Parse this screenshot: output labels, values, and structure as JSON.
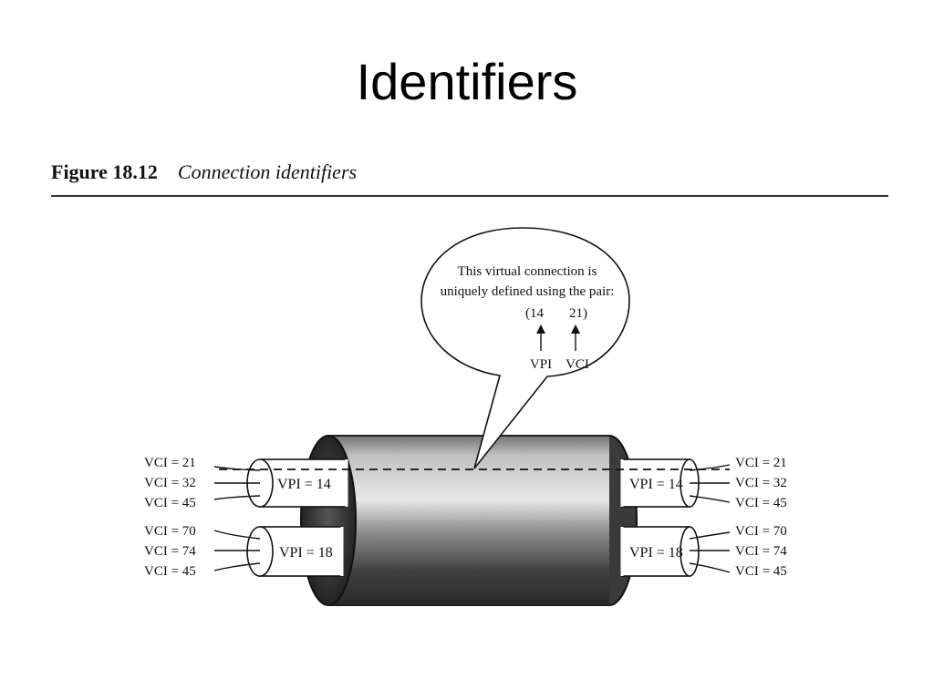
{
  "slide": {
    "title": "Identifiers"
  },
  "figure": {
    "number": "Figure 18.12",
    "caption": "Connection identifiers"
  },
  "callout": {
    "line1": "This virtual connection is",
    "line2": "uniquely defined using the pair:",
    "vpi_value": "(14",
    "vci_value": "21)",
    "vpi_label": "VPI",
    "vci_label": "VCI"
  },
  "paths": {
    "top_left_label": "VPI = 14",
    "top_right_label": "VPI = 14",
    "bottom_left_label": "VPI = 18",
    "bottom_right_label": "VPI = 18"
  },
  "vci_left": {
    "top": [
      "VCI = 21",
      "VCI = 32",
      "VCI = 45"
    ],
    "bottom": [
      "VCI = 70",
      "VCI = 74",
      "VCI = 45"
    ]
  },
  "vci_right": {
    "top": [
      "VCI = 21",
      "VCI = 32",
      "VCI = 45"
    ],
    "bottom": [
      "VCI = 70",
      "VCI = 74",
      "VCI = 45"
    ]
  }
}
